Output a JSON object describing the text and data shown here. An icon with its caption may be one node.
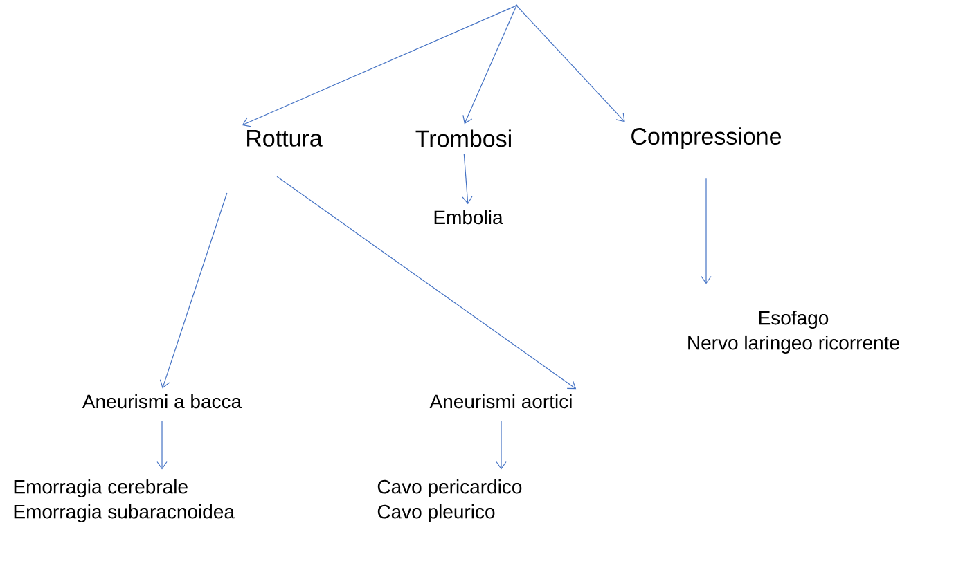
{
  "diagram": {
    "nodes": [
      {
        "text": [],
        "shape": "point"
      },
      {
        "text": [
          "Rottura"
        ]
      },
      {
        "text": [
          "Trombosi"
        ]
      },
      {
        "text": [
          "Compressione"
        ]
      },
      {
        "text": [
          "Embolia"
        ]
      },
      {
        "text": [
          "Esofago",
          "Nervo laringeo ricorrente"
        ]
      },
      {
        "text": [
          "Aneurismi a bacca"
        ]
      },
      {
        "text": [
          "Aneurismi aortici"
        ]
      },
      {
        "text": [
          "Emorragia cerebrale",
          "Emorragia subaracnoidea"
        ]
      },
      {
        "text": [
          "Cavo pericardico",
          "Cavo pleurico"
        ]
      }
    ],
    "edges": [
      {
        "from": 0,
        "to": 1,
        "arrow": "to"
      },
      {
        "from": 0,
        "to": 2,
        "arrow": "to"
      },
      {
        "from": 0,
        "to": 3,
        "arrow": "to"
      },
      {
        "from": 2,
        "to": 4,
        "arrow": "to"
      },
      {
        "from": 3,
        "to": 5,
        "arrow": "to"
      },
      {
        "from": 1,
        "to": 6,
        "arrow": "to"
      },
      {
        "from": 1,
        "to": 7,
        "arrow": "to"
      },
      {
        "from": 6,
        "to": 8,
        "arrow": "to"
      },
      {
        "from": 7,
        "to": 9,
        "arrow": "to"
      }
    ]
  }
}
